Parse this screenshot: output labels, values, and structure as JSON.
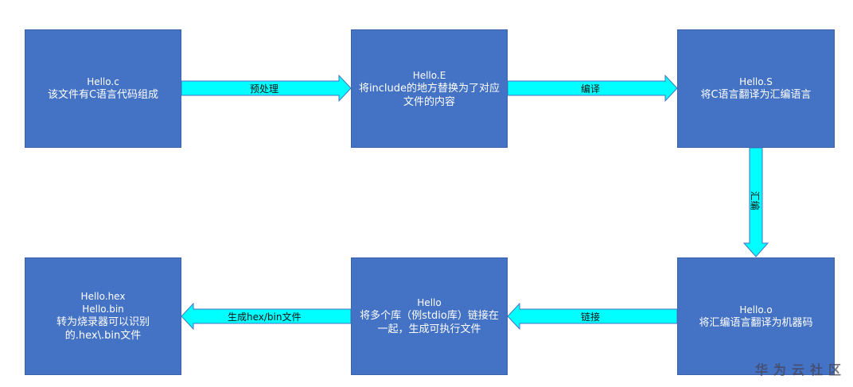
{
  "colors": {
    "box_fill": "#4472c4",
    "box_border": "#3b63ab",
    "arrow_fill": "#00ffff",
    "arrow_stroke": "#4472c4",
    "box_text": "#ffffff",
    "arrow_text": "#111111"
  },
  "nodes": [
    {
      "id": "hello-c",
      "title": "Hello.c",
      "desc": "该文件有C语言代码组成"
    },
    {
      "id": "hello-e",
      "title": "Hello.E",
      "desc": "将include的地方替换为了对应\n文件的内容"
    },
    {
      "id": "hello-s",
      "title": "Hello.S",
      "desc": "将C语言翻译为汇编语言"
    },
    {
      "id": "hello-o",
      "title": "Hello.o",
      "desc": "将汇编语言翻译为机器码"
    },
    {
      "id": "hello",
      "title": "Hello",
      "desc": "将多个库（例stdio库）链接在\n一起，生成可执行文件"
    },
    {
      "id": "hello-hex",
      "title": "Hello.hex\nHello.bin",
      "desc": "转为烧录器可以识别\n的.hex\\.bin文件"
    }
  ],
  "edges": [
    {
      "from": "hello-c",
      "to": "hello-e",
      "label": "预处理",
      "direction": "right"
    },
    {
      "from": "hello-e",
      "to": "hello-s",
      "label": "编译",
      "direction": "right"
    },
    {
      "from": "hello-s",
      "to": "hello-o",
      "label": "汇编",
      "direction": "down"
    },
    {
      "from": "hello-o",
      "to": "hello",
      "label": "链接",
      "direction": "left"
    },
    {
      "from": "hello",
      "to": "hello-hex",
      "label": "生成hex/bin文件",
      "direction": "left"
    }
  ],
  "watermark": "华为云社区"
}
